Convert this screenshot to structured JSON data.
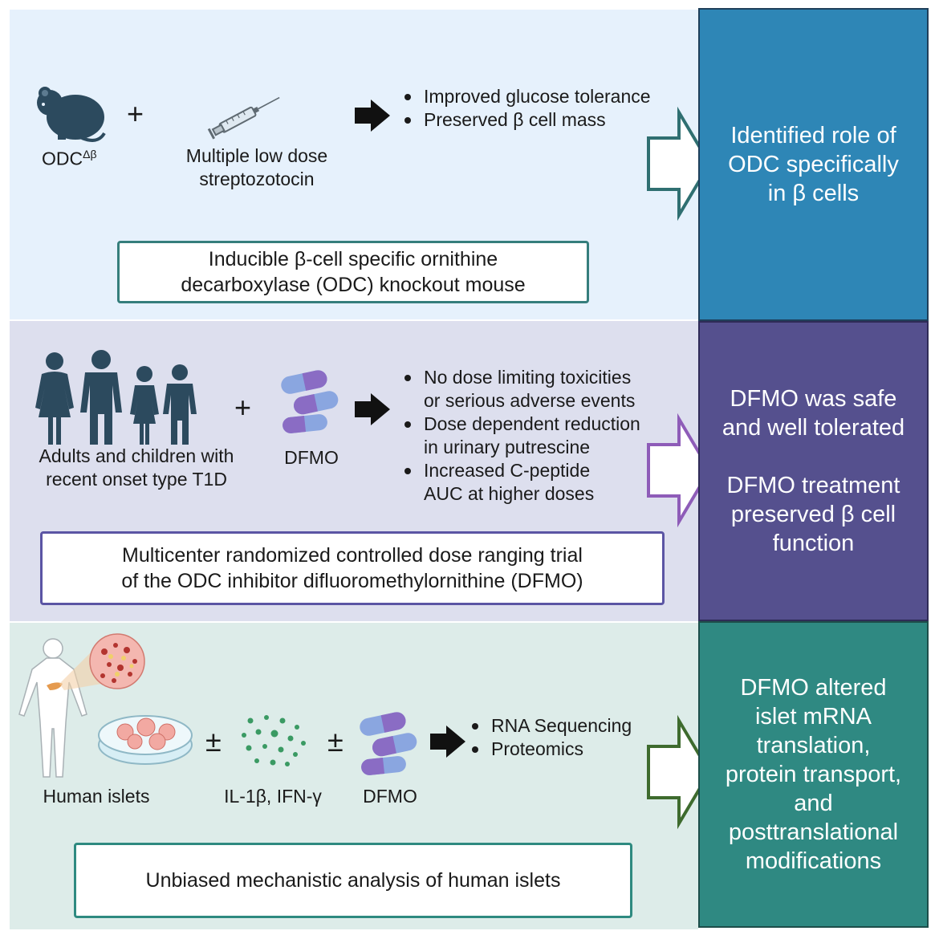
{
  "colors": {
    "panel1_bg": "#e6f1fc",
    "panel2_bg": "#dddfee",
    "panel3_bg": "#ddece9",
    "result1": "#2e86b6",
    "result2": "#55508e",
    "result3": "#2f8982",
    "box1_border": "#357e7c",
    "box2_border": "#5b55a4",
    "box3_border": "#2e8a80",
    "arrow1_border": "#2f6f71",
    "arrow2_border": "#8e5cb8",
    "arrow3_border": "#3e6b2e"
  },
  "panel1": {
    "mouse_label_main": "ODC",
    "mouse_label_sup": "Δβ",
    "plus": "+",
    "treatment": "Multiple low dose\nstreptozotocin",
    "outcomes": [
      "Improved glucose tolerance",
      "Preserved β cell mass"
    ],
    "study": "Inducible β-cell specific ornithine\ndecarboxylase (ODC) knockout mouse",
    "result": "Identified role of\nODC specifically\nin β cells",
    "icons": [
      "mouse-icon",
      "syringe-icon",
      "arrow-icon"
    ]
  },
  "panel2": {
    "population": "Adults and children with\nrecent onset type T1D",
    "plus": "+",
    "drug": "DFMO",
    "outcomes": [
      "No dose limiting toxicities\nor serious adverse events",
      "Dose dependent reduction\nin urinary putrescine",
      "Increased C-peptide\nAUC at higher doses"
    ],
    "study": "Multicenter randomized controlled dose ranging trial\nof the ODC inhibitor difluoromethylornithine (DFMO)",
    "result": "DFMO was safe\nand well tolerated\n\nDFMO treatment\npreserved β cell\nfunction",
    "icons": [
      "people-icon",
      "capsule-icon",
      "arrow-icon"
    ]
  },
  "panel3": {
    "islets_label": "Human islets",
    "pm1": "±",
    "cytokines": "IL-1β, IFN-γ",
    "pm2": "±",
    "drug": "DFMO",
    "outcomes": [
      "RNA Sequencing",
      "Proteomics"
    ],
    "study": "Unbiased mechanistic analysis of human islets",
    "result": "DFMO altered\nislet mRNA\ntranslation,\nprotein transport,\nand\nposttranslational\nmodifications",
    "icons": [
      "human-body-icon",
      "petri-dish-icon",
      "cytokine-dots-icon",
      "capsule-icon",
      "arrow-icon"
    ]
  }
}
